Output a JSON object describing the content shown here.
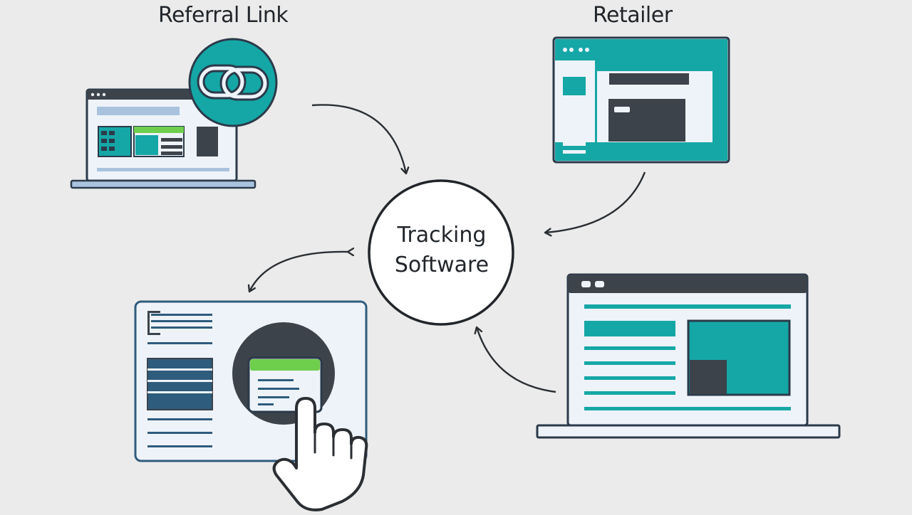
{
  "labels": {
    "referral_link": "Referral Link",
    "retailer": "Retailer"
  },
  "hub": {
    "line1": "Tracking",
    "line2": "Software"
  },
  "icons": {
    "link": "chain-link-icon",
    "hand": "pointing-hand-icon"
  },
  "colors": {
    "background": "#ebebeb",
    "teal": "#15a7a6",
    "dark": "#3c434b",
    "outline": "#2b3a4a",
    "light_blue": "#a9c3de",
    "green": "#6fcf4d",
    "panel": "#eef3f9",
    "navy": "#2e5c7d"
  }
}
